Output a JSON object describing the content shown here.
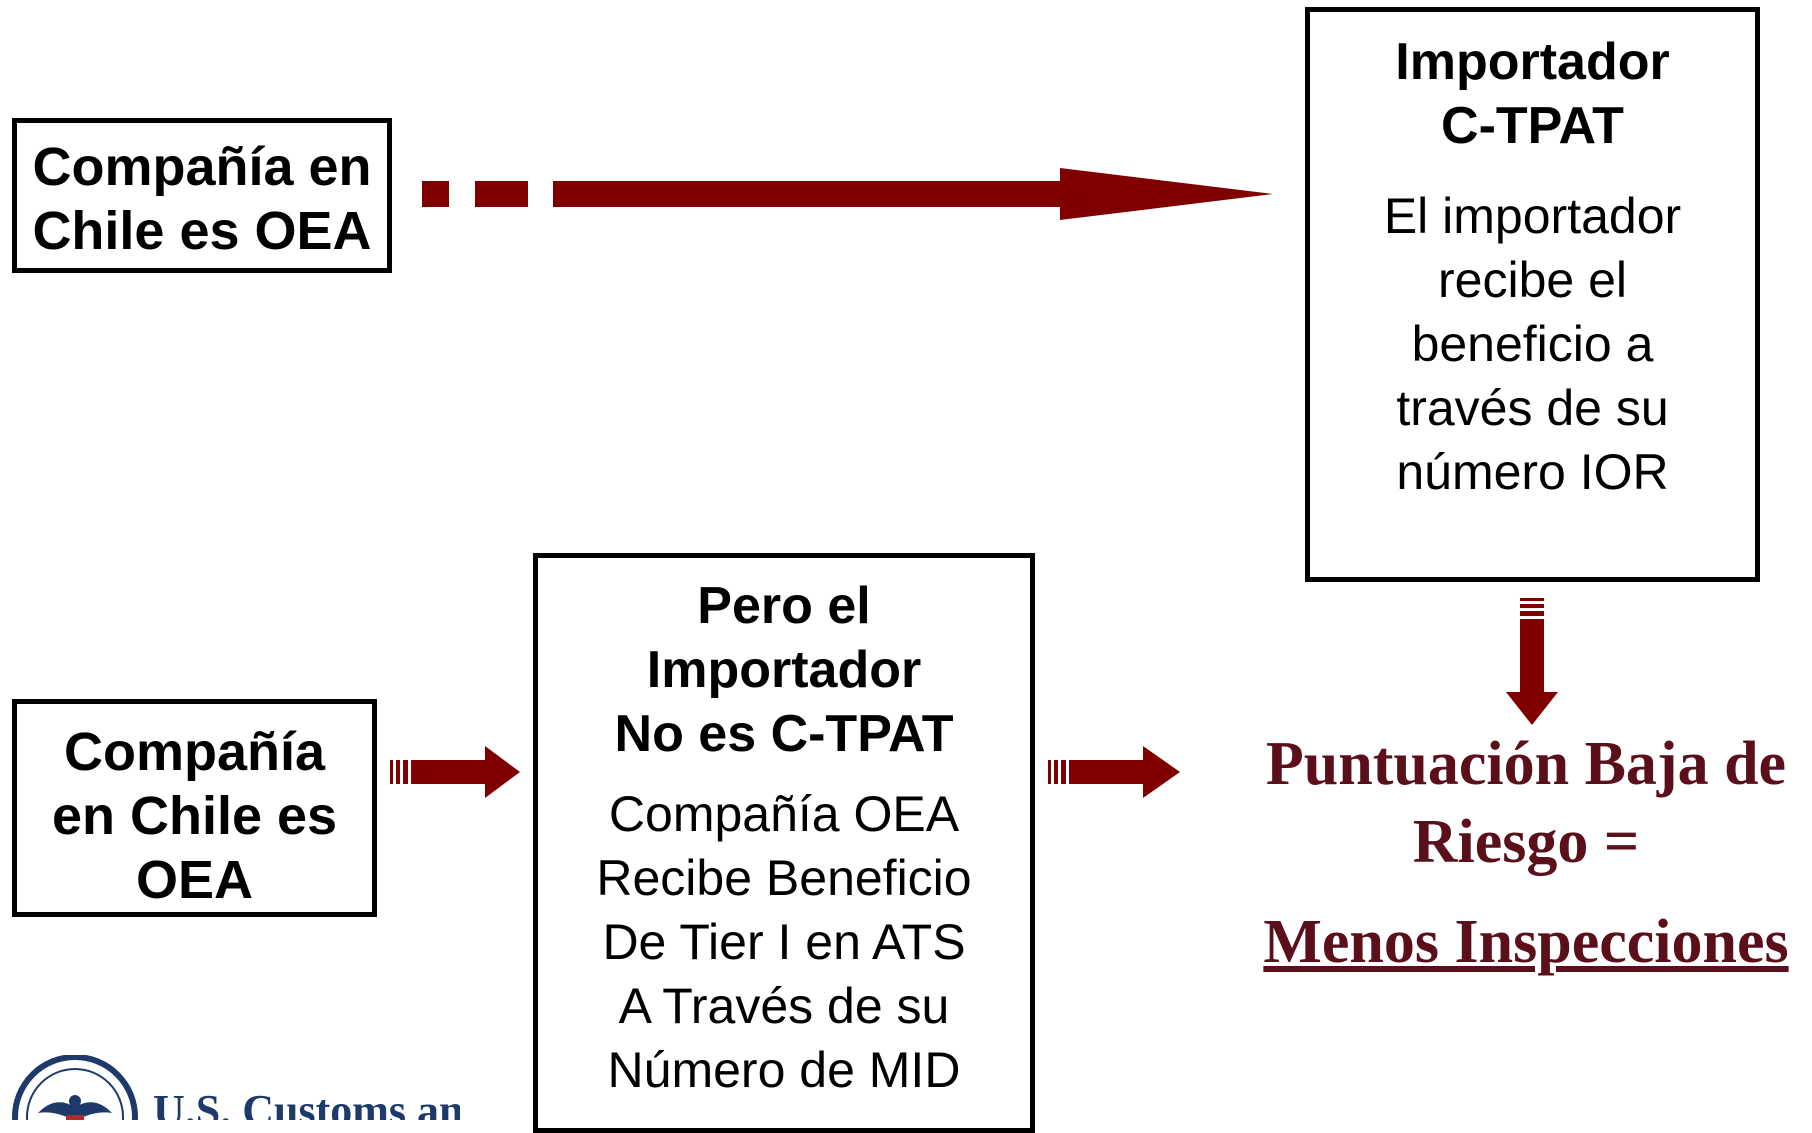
{
  "colors": {
    "arrow": "#800000",
    "result_text": "#5a0f1a",
    "logo_text": "#1d3a6b"
  },
  "boxes": {
    "top_left": {
      "lines": [
        "Compañía en",
        "Chile es OEA"
      ]
    },
    "top_right": {
      "title_lines": [
        "Importador",
        "C-TPAT"
      ],
      "body_lines": [
        "El importador",
        "recibe el",
        "beneficio a",
        "través de su",
        "número IOR"
      ]
    },
    "bottom_left": {
      "lines": [
        "Compañía",
        "en Chile es",
        "OEA"
      ]
    },
    "bottom_middle": {
      "title_lines": [
        "Pero el",
        "Importador",
        "No es C-TPAT"
      ],
      "body_lines": [
        "Compañía OEA",
        "Recibe Beneficio",
        "De Tier I en ATS",
        "A Través de su",
        "Número de MID"
      ]
    }
  },
  "result": {
    "line1": "Puntuación Baja de",
    "line2": "Riesgo  =",
    "line3": "Menos Inspecciones"
  },
  "logo": {
    "text": "U.S. Customs and",
    "icon": "dhs-seal-icon"
  }
}
